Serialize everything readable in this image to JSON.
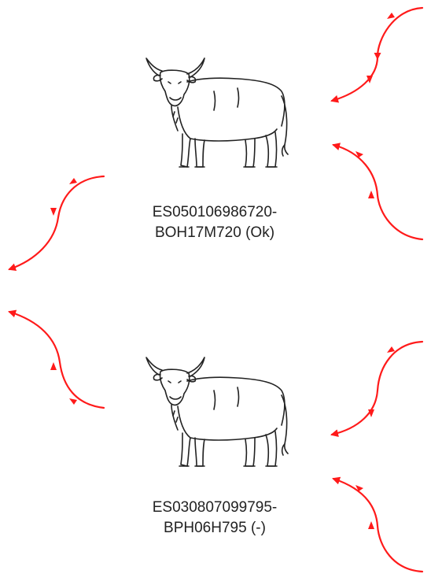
{
  "diagram": {
    "arrow_color": "#ff1a1a",
    "outline_color": "#222222",
    "animals": [
      {
        "icon": "bull-icon",
        "label_line1": "ES050106986720-",
        "label_line2": "BOH17M720 (Ok)"
      },
      {
        "icon": "bull-icon",
        "label_line1": "ES030807099795-",
        "label_line2": "BPH06H795 (-)"
      }
    ]
  }
}
